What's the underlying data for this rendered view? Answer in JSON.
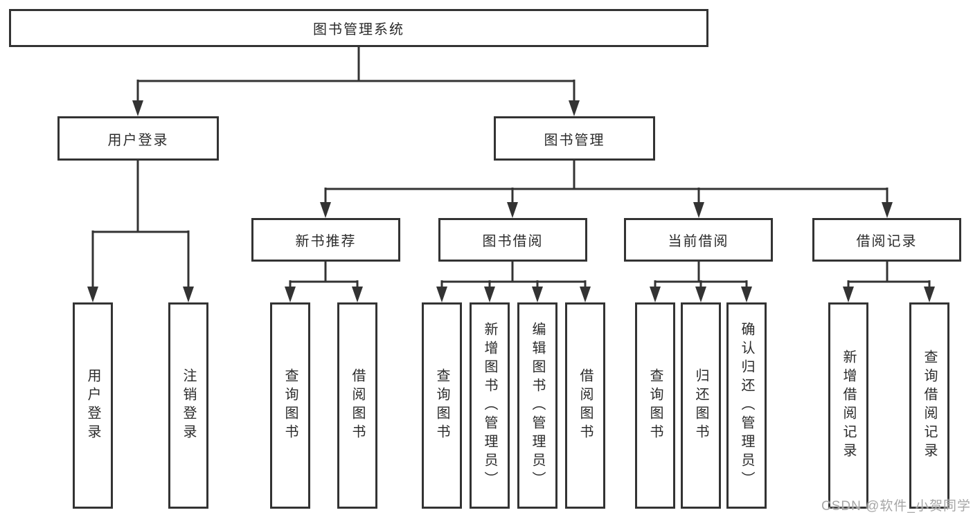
{
  "tree": {
    "root": {
      "label": "图书管理系统"
    },
    "branches": [
      {
        "label": "用户登录",
        "children": [
          {
            "label": "用户登录"
          },
          {
            "label": "注销登录"
          }
        ]
      },
      {
        "label": "图书管理",
        "children": [
          {
            "label": "新书推荐",
            "children": [
              {
                "label": "查询图书"
              },
              {
                "label": "借阅图书"
              }
            ]
          },
          {
            "label": "图书借阅",
            "children": [
              {
                "label": "查询图书"
              },
              {
                "label": "新增图书（管理员）"
              },
              {
                "label": "编辑图书（管理员）"
              },
              {
                "label": "借阅图书"
              }
            ]
          },
          {
            "label": "当前借阅",
            "children": [
              {
                "label": "查询图书"
              },
              {
                "label": "归还图书"
              },
              {
                "label": "确认归还（管理员）"
              }
            ]
          },
          {
            "label": "借阅记录",
            "children": [
              {
                "label": "新增借阅记录"
              },
              {
                "label": "查询借阅记录"
              }
            ]
          }
        ]
      }
    ]
  },
  "watermark": {
    "text": "CSDN @软件_小贺同学"
  },
  "colors": {
    "line": "#333333",
    "box_border": "#333333",
    "text": "#2b2b2b",
    "watermark": "#9e9e9e",
    "background": "#ffffff"
  }
}
